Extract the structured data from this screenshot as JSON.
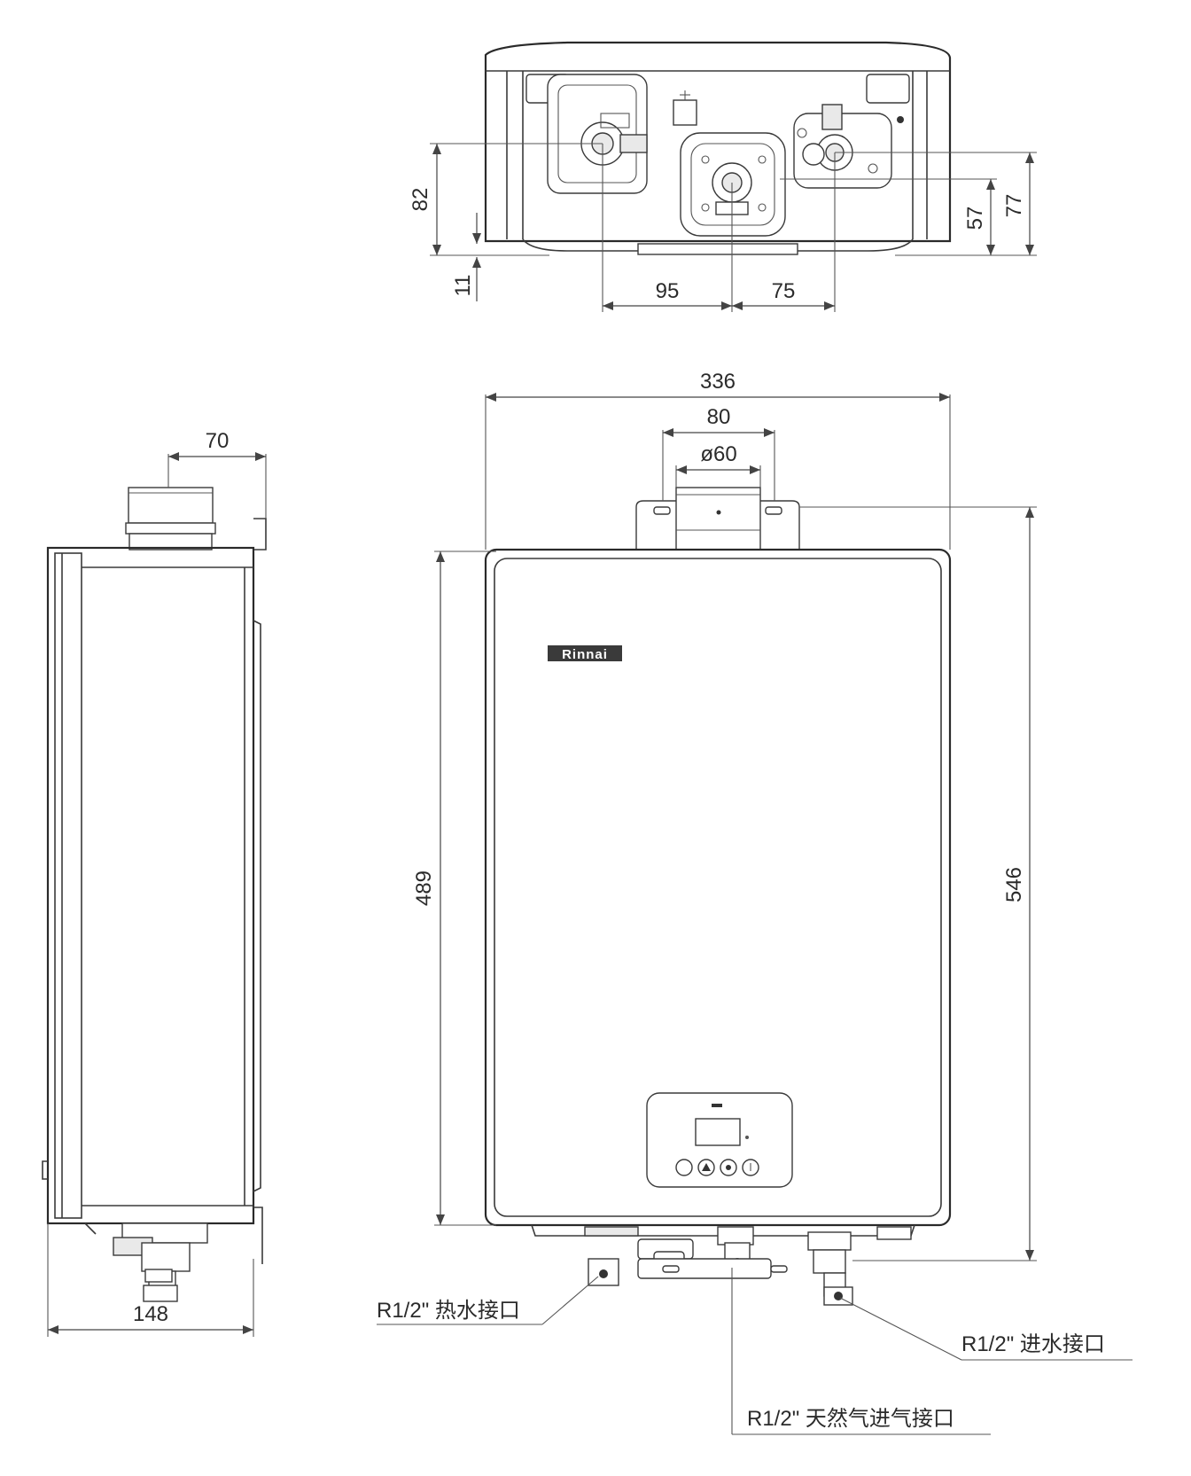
{
  "top_view": {
    "dims": {
      "height_82": "82",
      "offset_11": "11",
      "width_95": "95",
      "width_75": "75",
      "height_57": "57",
      "height_77": "77"
    }
  },
  "side_view": {
    "dims": {
      "flue_70": "70",
      "depth_148": "148"
    }
  },
  "front_view": {
    "brand_logo": "Rinnai",
    "dims": {
      "width_336": "336",
      "width_80": "80",
      "diameter_60": "ø60",
      "height_489": "489",
      "height_546": "546"
    },
    "callouts": {
      "hot_water": "R1/2\" 热水接口",
      "cold_water": "R1/2\" 进水接口",
      "gas": "R1/2\" 天然气进气接口"
    }
  }
}
